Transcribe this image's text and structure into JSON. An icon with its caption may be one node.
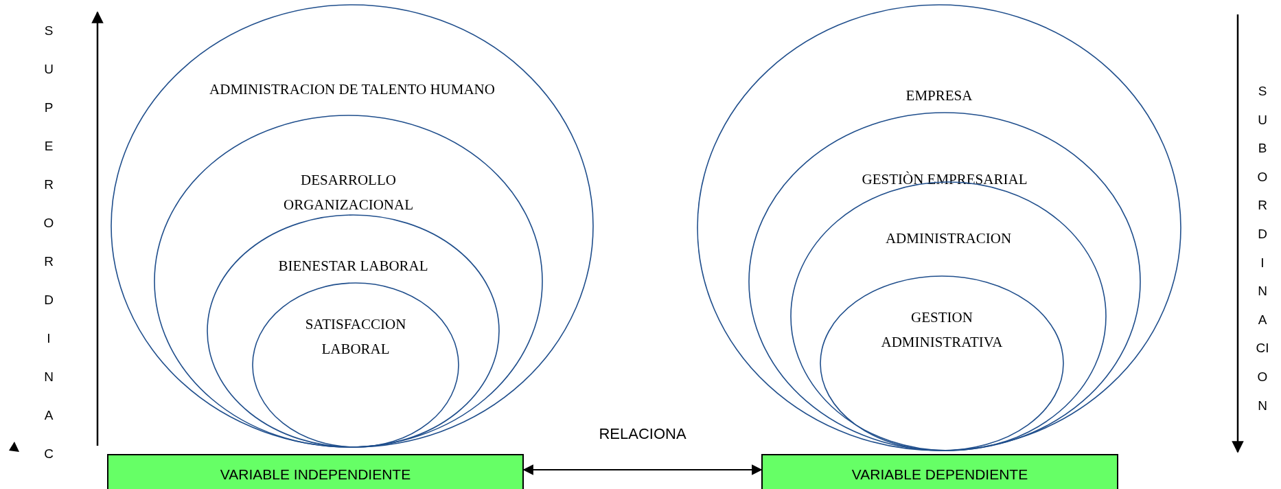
{
  "diagram": {
    "nodes": [
      {
        "text": [
          "ADMINISTRACION DE TALENTO HUMANO"
        ]
      },
      {
        "text": [
          "DESARROLLO ORGANIZACIONAL"
        ],
        "in": 0
      },
      {
        "text": [
          "BIENESTAR LABORAL"
        ],
        "in": 1
      },
      {
        "text": [
          "SATISFACCION LABORAL"
        ],
        "in": 2
      },
      {
        "text": [
          "EMPRESA"
        ]
      },
      {
        "text": [
          "GESTIÒN EMPRESARIAL"
        ],
        "in": 4
      },
      {
        "text": [
          "ADMINISTRACION"
        ],
        "in": 5
      },
      {
        "text": [
          "GESTION ADMINISTRATIVA"
        ],
        "in": 6
      },
      {
        "text": [
          "VARIABLE INDEPENDIENTE"
        ]
      },
      {
        "text": [
          "VARIABLE DEPENDIENTE"
        ]
      }
    ],
    "edges": [
      {
        "from": 8,
        "to": 9,
        "arrow": "both",
        "label": "RELACIONA"
      }
    ],
    "labels": [
      "S",
      "U",
      "P",
      "E",
      "R",
      "O",
      "R",
      "D",
      "I",
      "N",
      "A",
      "C",
      "S",
      "U",
      "B",
      "O",
      "R",
      "D",
      "I",
      "N",
      "A",
      "CI",
      "O",
      "N"
    ]
  }
}
